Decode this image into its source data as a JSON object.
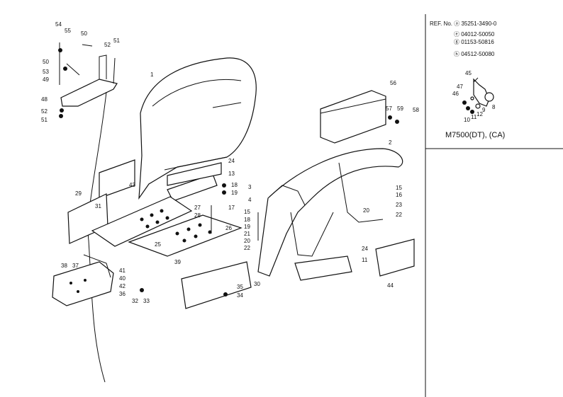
{
  "ref": {
    "header": "REF. No. ⓐ 35251-3490-0",
    "lines": [
      "ⓔ 04012-50050",
      "ⓖ 01153-50816",
      "ⓗ 04512-50080"
    ]
  },
  "model_label": "M7500(DT), (CA)",
  "callouts": [
    {
      "id": "c54",
      "text": "54"
    },
    {
      "id": "c55",
      "text": "55"
    },
    {
      "id": "c50a",
      "text": "50"
    },
    {
      "id": "c52a",
      "text": "52"
    },
    {
      "id": "c51a",
      "text": "51"
    },
    {
      "id": "c50b",
      "text": "50"
    },
    {
      "id": "c53",
      "text": "53"
    },
    {
      "id": "c49",
      "text": "49"
    },
    {
      "id": "c48",
      "text": "48"
    },
    {
      "id": "c52b",
      "text": "52"
    },
    {
      "id": "c51b",
      "text": "51"
    },
    {
      "id": "c1",
      "text": "1"
    },
    {
      "id": "c24a",
      "text": "24"
    },
    {
      "id": "c13",
      "text": "13"
    },
    {
      "id": "c18a",
      "text": "18"
    },
    {
      "id": "c19",
      "text": "19"
    },
    {
      "id": "c43a",
      "text": "43"
    },
    {
      "id": "c29",
      "text": "29"
    },
    {
      "id": "c31",
      "text": "31"
    },
    {
      "id": "c27",
      "text": "27"
    },
    {
      "id": "c28",
      "text": "28"
    },
    {
      "id": "c17",
      "text": "17"
    },
    {
      "id": "c25",
      "text": "25"
    },
    {
      "id": "c26",
      "text": "26"
    },
    {
      "id": "c39",
      "text": "39"
    },
    {
      "id": "c38",
      "text": "38"
    },
    {
      "id": "c37",
      "text": "37"
    },
    {
      "id": "c41",
      "text": "41"
    },
    {
      "id": "c40",
      "text": "40"
    },
    {
      "id": "c42",
      "text": "42"
    },
    {
      "id": "c36",
      "text": "36"
    },
    {
      "id": "c32",
      "text": "32"
    },
    {
      "id": "c33",
      "text": "33"
    },
    {
      "id": "c35",
      "text": "35"
    },
    {
      "id": "c34",
      "text": "34"
    },
    {
      "id": "c56",
      "text": "56"
    },
    {
      "id": "c57",
      "text": "57"
    },
    {
      "id": "c59",
      "text": "59"
    },
    {
      "id": "c58",
      "text": "58"
    },
    {
      "id": "c2",
      "text": "2"
    },
    {
      "id": "c3",
      "text": "3"
    },
    {
      "id": "c4",
      "text": "4"
    },
    {
      "id": "c15a",
      "text": "15"
    },
    {
      "id": "c18b",
      "text": "18"
    },
    {
      "id": "c19b",
      "text": "19"
    },
    {
      "id": "c21",
      "text": "21"
    },
    {
      "id": "c20a",
      "text": "20"
    },
    {
      "id": "c22a",
      "text": "22"
    },
    {
      "id": "c30",
      "text": "30"
    },
    {
      "id": "c15b",
      "text": "15"
    },
    {
      "id": "c16",
      "text": "16"
    },
    {
      "id": "c20b",
      "text": "20"
    },
    {
      "id": "c23",
      "text": "23"
    },
    {
      "id": "c22b",
      "text": "22"
    },
    {
      "id": "c24b",
      "text": "24"
    },
    {
      "id": "c11",
      "text": "11"
    },
    {
      "id": "c44",
      "text": "44"
    },
    {
      "id": "c45",
      "text": "45"
    },
    {
      "id": "c46",
      "text": "46"
    },
    {
      "id": "c47",
      "text": "47"
    },
    {
      "id": "c9",
      "text": "9"
    },
    {
      "id": "c8",
      "text": "8"
    },
    {
      "id": "c10",
      "text": "10"
    },
    {
      "id": "c11b",
      "text": "11"
    },
    {
      "id": "c12",
      "text": "12"
    }
  ]
}
